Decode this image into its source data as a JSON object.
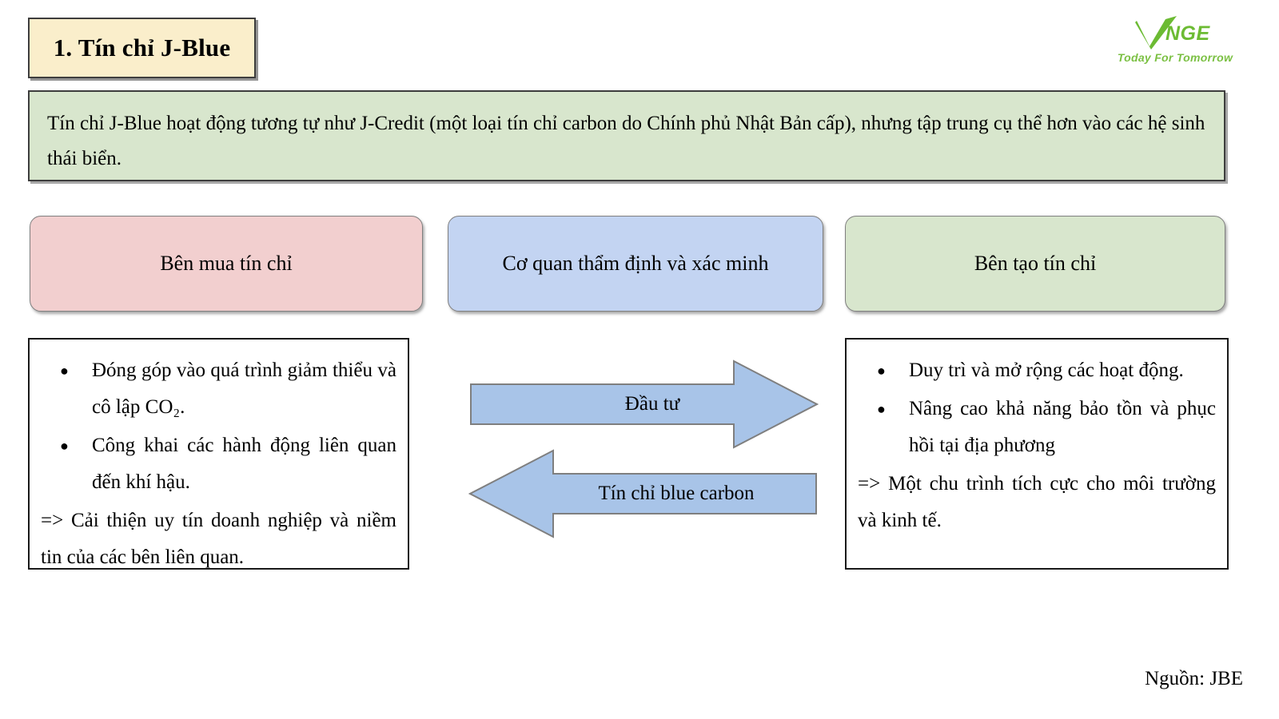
{
  "slide": {
    "title": "1. Tín chỉ J-Blue",
    "intro": "Tín chỉ J-Blue hoạt động tương tự như J-Credit (một loại tín chỉ carbon do Chính phủ Nhật Bản cấp), nhưng tập trung cụ thể hơn vào các hệ sinh thái biển.",
    "source": "Nguồn: JBE"
  },
  "logo": {
    "word": "NGE",
    "tagline": "Today For Tomorrow",
    "color": "#6cbb33"
  },
  "colors": {
    "title_box_fill": "#faeecb",
    "intro_fill": "#d8e6cd",
    "buyer_fill": "#f2cfcf",
    "verifier_fill": "#c3d4f2",
    "creator_fill": "#d8e6cd",
    "arrow_fill": "#a8c4e8",
    "arrow_stroke": "#7f7f7f",
    "box_border": "#1a1a1a"
  },
  "roles": [
    {
      "key": "buyer",
      "label": "Bên mua tín chỉ"
    },
    {
      "key": "verifier",
      "label": "Cơ quan thẩm định và xác minh"
    },
    {
      "key": "creator",
      "label": "Bên tạo tín chỉ"
    }
  ],
  "buyer_details": {
    "bullets": [
      "Đóng góp vào quá trình giảm thiểu và cô lập CO₂.",
      "Công khai các hành động liên quan đến khí hậu."
    ],
    "conclusion": "=> Cải thiện uy tín doanh nghiệp và niềm tin của các bên liên quan."
  },
  "creator_details": {
    "bullets": [
      "Duy trì và mở rộng các hoạt động.",
      "Nâng cao khả năng bảo tồn và phục hồi tại địa phương"
    ],
    "conclusion": "=> Một chu trình tích cực cho môi trường và kinh tế."
  },
  "arrows": [
    {
      "key": "investment",
      "label": "Đầu tư",
      "direction": "right"
    },
    {
      "key": "blue-carbon",
      "label": "Tín chỉ blue carbon",
      "direction": "left"
    }
  ]
}
